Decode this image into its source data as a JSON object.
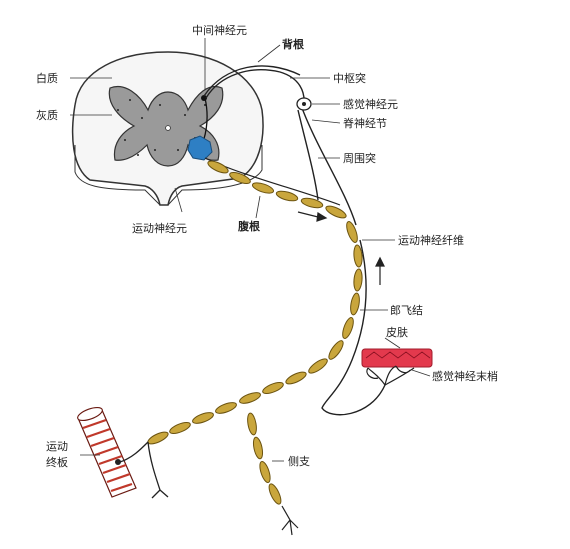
{
  "diagram": {
    "labels": {
      "interneuron": "中间神经元",
      "dorsal_root": "背根",
      "white_matter": "白质",
      "central_process": "中枢突",
      "gray_matter": "灰质",
      "sensory_neuron": "感觉神经元",
      "spinal_ganglion": "脊神经节",
      "peripheral_process": "周围突",
      "motor_neuron": "运动神经元",
      "ventral_root": "腹根",
      "motor_fiber": "运动神经纤维",
      "node_of_ranvier": "郎飞结",
      "skin": "皮肤",
      "sensory_ending": "感觉神经末梢",
      "motor_end_plate_1": "运动",
      "motor_end_plate_2": "终板",
      "collateral": "侧支"
    },
    "colors": {
      "myelin": "#c9a63c",
      "myelin_edge": "#6b5310",
      "gray_matter": "#9a9a9a",
      "skin": "#e3394d",
      "motor_cell": "#2e7fc4",
      "muscle_stripe": "#c0392b"
    }
  }
}
